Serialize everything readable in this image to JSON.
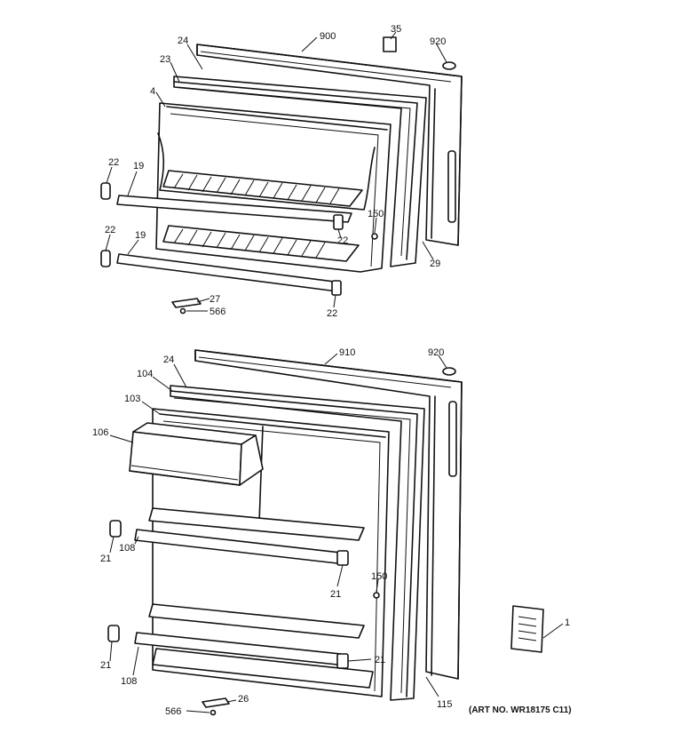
{
  "labels": {
    "top": {
      "l900": "900",
      "l35": "35",
      "l920": "920",
      "l24": "24",
      "l23": "23",
      "l4": "4",
      "l22a": "22",
      "l19a": "19",
      "l22b": "22",
      "l19b": "19",
      "l150": "150",
      "l22c": "22",
      "l29": "29",
      "l27": "27",
      "l566": "566",
      "l22d": "22"
    },
    "bottom": {
      "l910": "910",
      "l920": "920",
      "l24": "24",
      "l104": "104",
      "l103": "103",
      "l106": "106",
      "l21a": "21",
      "l108a": "108",
      "l21b": "21",
      "l150": "150",
      "l21c": "21",
      "l108b": "108",
      "l21d": "21",
      "l26": "26",
      "l566": "566",
      "l115": "115",
      "l1": "1"
    }
  },
  "art_number": "(ART NO. WR18175 C11)"
}
